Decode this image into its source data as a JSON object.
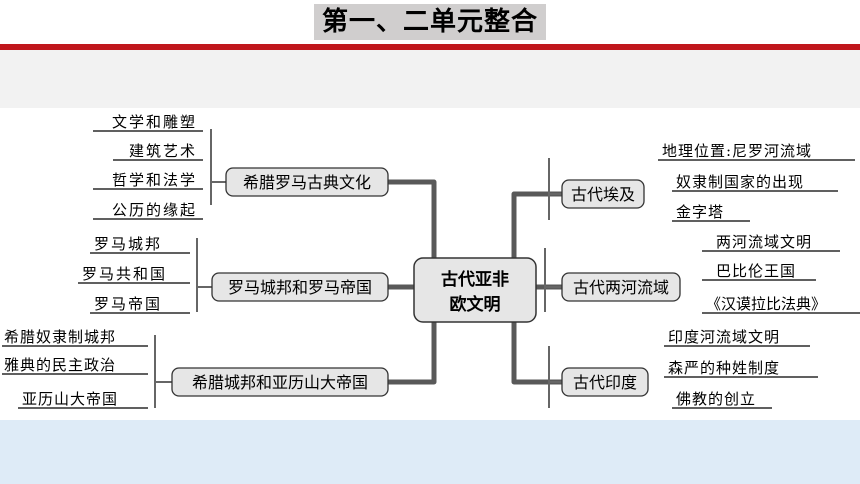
{
  "header": {
    "title": "第一、二单元整合"
  },
  "colors": {
    "accent_red": "#c0161c",
    "box_fill": "#e6e6e6",
    "connector": "#595959",
    "bottom_band": "#deebf7"
  },
  "mindmap": {
    "center": {
      "line1": "古代亚非",
      "line2": "欧文明"
    },
    "left": [
      {
        "label": "希腊罗马古典文化",
        "items": [
          "文学和雕塑",
          "建筑艺术",
          "哲学和法学",
          "公历的缘起"
        ]
      },
      {
        "label": "罗马城邦和罗马帝国",
        "items": [
          "罗马城邦",
          "罗马共和国",
          "罗马帝国"
        ]
      },
      {
        "label": "希腊城邦和亚历山大帝国",
        "items": [
          "希腊奴隶制城邦",
          "雅典的民主政治",
          "亚历山大帝国"
        ]
      }
    ],
    "right": [
      {
        "label": "古代埃及",
        "items": [
          "地理位置:尼罗河流域",
          "奴隶制国家的出现",
          "金字塔"
        ]
      },
      {
        "label": "古代两河流域",
        "items": [
          "两河流域文明",
          "巴比伦王国",
          "《汉谟拉比法典》"
        ]
      },
      {
        "label": "古代印度",
        "items": [
          "印度河流域文明",
          "森严的种姓制度",
          "佛教的创立"
        ]
      }
    ]
  }
}
